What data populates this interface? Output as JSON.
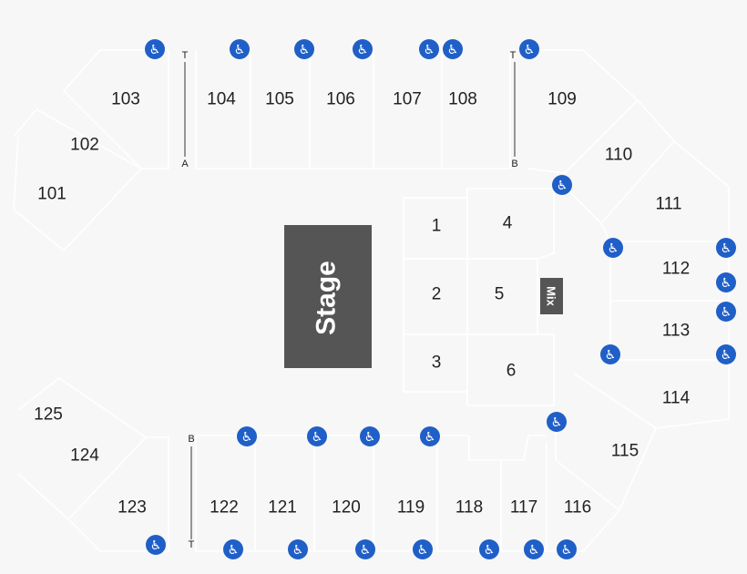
{
  "stage": {
    "label": "Stage"
  },
  "mix": {
    "label": "Mix"
  },
  "sections": {
    "s101": "101",
    "s102": "102",
    "s103": "103",
    "s104": "104",
    "s105": "105",
    "s106": "106",
    "s107": "107",
    "s108": "108",
    "s109": "109",
    "s110": "110",
    "s111": "111",
    "s112": "112",
    "s113": "113",
    "s114": "114",
    "s115": "115",
    "s116": "116",
    "s117": "117",
    "s118": "118",
    "s119": "119",
    "s120": "120",
    "s121": "121",
    "s122": "122",
    "s123": "123",
    "s124": "124",
    "s125": "125"
  },
  "floor_sections": {
    "f1": "1",
    "f2": "2",
    "f3": "3",
    "f4": "4",
    "f5": "5",
    "f6": "6"
  },
  "markers": {
    "top_left_t": "T",
    "top_left_a": "A",
    "top_right_t": "T",
    "top_right_b": "B",
    "bottom_left_b": "B",
    "bottom_left_t": "T"
  },
  "icons": {
    "accessible": "wheelchair-icon"
  },
  "colors": {
    "accessible": "#1f5fc7",
    "stage": "#555555",
    "background": "#f7f7f7"
  }
}
